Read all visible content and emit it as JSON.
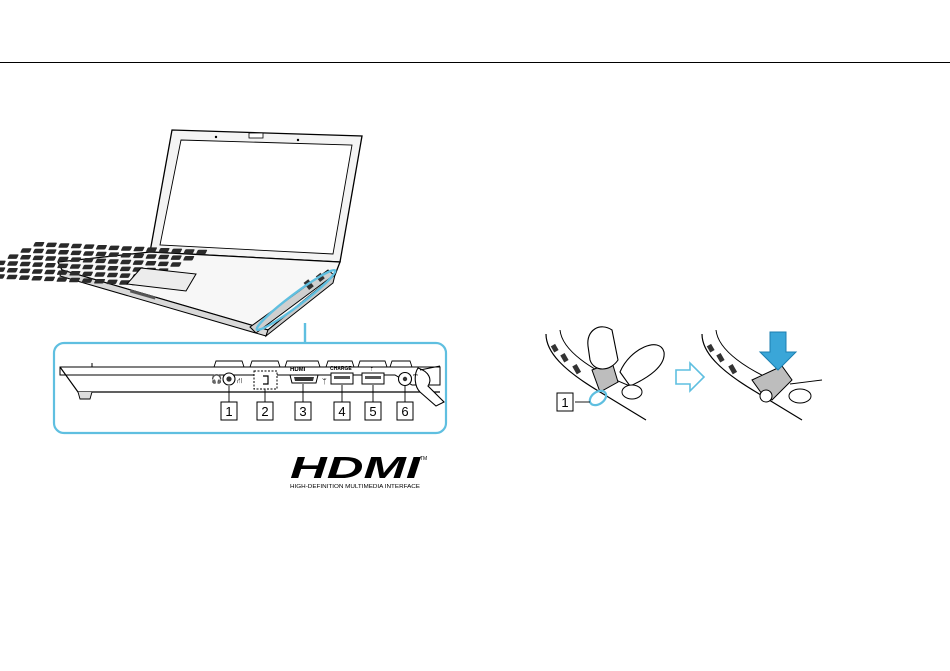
{
  "colors": {
    "accent": "#5fbfe0",
    "line": "#000000",
    "metal": "#cfcfcf",
    "screen": "#ffffff"
  },
  "left_figure": {
    "callouts": [
      "1",
      "2",
      "3",
      "4",
      "5",
      "6"
    ],
    "port_labels": {
      "hdmi": "HDMI",
      "charge": "CHARGE"
    },
    "logo": {
      "wordmark": "HDMI",
      "trademark": "TM",
      "tagline": "HIGH-DEFINITION MULTIMEDIA INTERFACE"
    }
  },
  "right_figure": {
    "callout": "1"
  },
  "icons": {
    "headphone": "headphone-icon",
    "lan": "lan-icon",
    "usb": "usb-icon",
    "dc_in": "dc-in-icon",
    "step_arrow": "outline-arrow-right-icon",
    "press_arrow": "arrow-down-icon"
  }
}
